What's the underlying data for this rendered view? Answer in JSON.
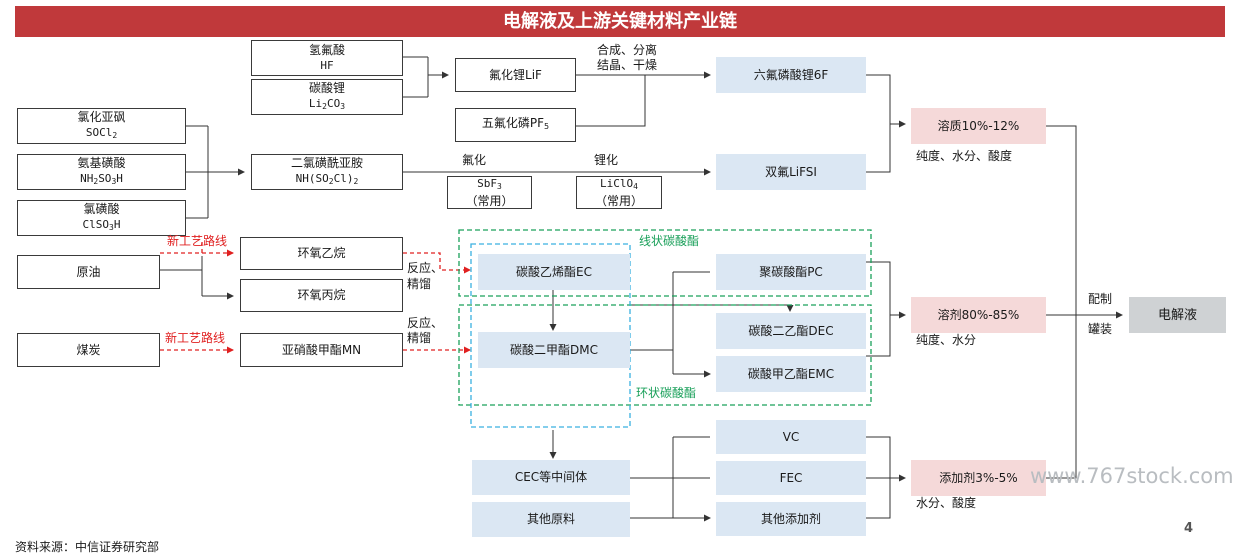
{
  "title": "电解液及上游关键材料产业链",
  "nodes": {
    "hf": {
      "l1": "氢氟酸",
      "l2": "HF"
    },
    "li2co3": {
      "l1": "碳酸锂",
      "l2a": "Li",
      "l2s": "2",
      "l2b": "CO",
      "l2s2": "3"
    },
    "lif": "氟化锂LiF",
    "pf5": {
      "a": "五氟化磷PF",
      "s": "5"
    },
    "lipf6": "六氟磷酸锂6F",
    "socl2": {
      "l1": "氯化亚砜",
      "a": "SOCl",
      "s": "2"
    },
    "nh2so3h": {
      "l1": "氨基磺酸",
      "a": "NH",
      "s1": "2",
      "b": "SO",
      "s2": "3",
      "c": "H"
    },
    "clso3h": {
      "l1": "氯磺酸",
      "a": "ClSO",
      "s": "3",
      "b": "H"
    },
    "imide": {
      "l1": "二氯磺酰亚胺",
      "a": "NH(SO",
      "s1": "2",
      "b": "Cl)",
      "s2": "2"
    },
    "sbf3": {
      "a": "SbF",
      "s": "3",
      "note": "（常用）"
    },
    "liclo4": {
      "a": "LiClO",
      "s": "4",
      "note": "（常用）"
    },
    "lifsi": "双氟LiFSI",
    "solute": "溶质10%-12%",
    "crude": "原油",
    "eo": "环氧乙烷",
    "po": "环氧丙烷",
    "coal": "煤炭",
    "mn": "亚硝酸甲酯MN",
    "ec": "碳酸乙烯酯EC",
    "dmc": "碳酸二甲酯DMC",
    "pc": "聚碳酸酯PC",
    "dec": "碳酸二乙酯DEC",
    "emc": "碳酸甲乙酯EMC",
    "solvent": "溶剂80%-85%",
    "cec": "CEC等中间体",
    "other_raw": "其他原料",
    "vc": "VC",
    "fec": "FEC",
    "other_add": "其他添加剂",
    "additive": "添加剂3%-5%",
    "electrolyte": "电解液"
  },
  "labels": {
    "synth1": "合成、分离",
    "synth2": "结晶、干燥",
    "fluor": "氟化",
    "lith": "锂化",
    "solute_req": "纯度、水分、酸度",
    "new_proc1": "新工艺路线",
    "new_proc2": "新工艺路线",
    "react1a": "反应、",
    "react1b": "精馏",
    "react2a": "反应、",
    "react2b": "精馏",
    "linear": "线状碳酸酯",
    "cyclic": "环状碳酸酯",
    "solvent_req": "纯度、水分",
    "additive_req": "水分、酸度",
    "mix1": "配制",
    "mix2": "罐装"
  },
  "footer": {
    "source": "资料来源：中信证券研究部",
    "page": "4",
    "watermark": "www.767stock.com"
  },
  "colors": {
    "title_bg": "#c0393b",
    "blue_box": "#dbe7f3",
    "pink_box": "#f5d9d9",
    "gray_box": "#cfd2d4",
    "red_route": "#e02020",
    "green_group": "#1aa05a",
    "blue_group": "#3ab0e0"
  }
}
